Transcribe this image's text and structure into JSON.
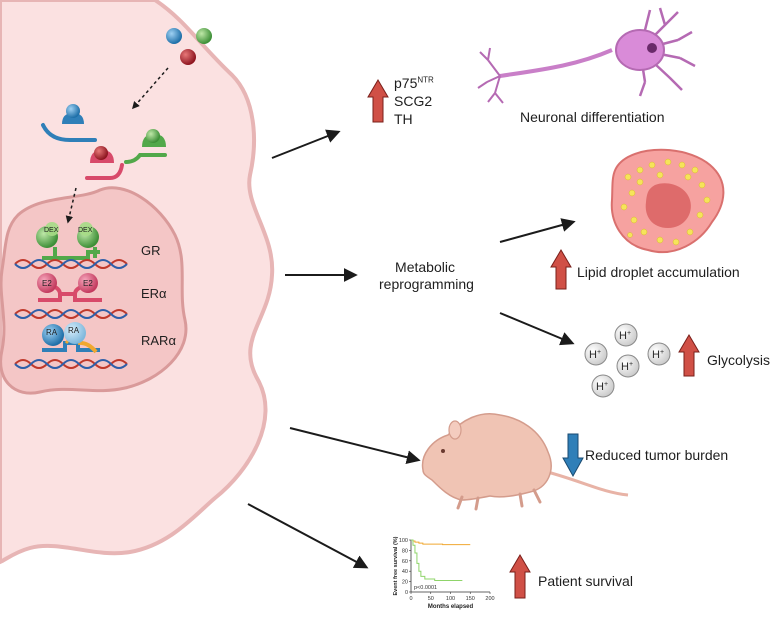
{
  "labels": {
    "gr": "GR",
    "er": "ERα",
    "rar": "RARα",
    "dex_left": "DEX",
    "dex_right": "DEX",
    "e2_left": "E2",
    "e2_right": "E2",
    "ra_left": "RA",
    "ra_right": "RA",
    "gene_p75": "p75",
    "gene_p75_sup": "NTR",
    "gene_scg2": "SCG2",
    "gene_th": "TH",
    "neuronal": "Neuronal differentiation",
    "metabolic_line1": "Metabolic",
    "metabolic_line2": "reprogramming",
    "lipid": "Lipid droplet accumulation",
    "glycolysis": "Glycolysis",
    "tumor": "Reduced tumor burden",
    "survival": "Patient survival",
    "proton": "H",
    "proton_sup": "+"
  },
  "km_plot": {
    "ylabel": "Event free survival (%)",
    "xlabel": "Months elapsed",
    "pvalue": "p<0.0001",
    "yticks": [
      "0",
      "20",
      "40",
      "60",
      "80",
      "100"
    ],
    "xticks": [
      "0",
      "50",
      "100",
      "150",
      "200"
    ],
    "xlim": [
      0,
      200
    ],
    "ylim": [
      0,
      100
    ],
    "series": [
      {
        "color": "#f0a830",
        "points": [
          [
            0,
            100
          ],
          [
            5,
            98
          ],
          [
            10,
            96
          ],
          [
            20,
            94
          ],
          [
            30,
            92
          ],
          [
            50,
            92
          ],
          [
            80,
            91
          ],
          [
            150,
            91
          ]
        ]
      },
      {
        "color": "#8fd46a",
        "points": [
          [
            0,
            100
          ],
          [
            5,
            90
          ],
          [
            10,
            75
          ],
          [
            15,
            55
          ],
          [
            20,
            40
          ],
          [
            25,
            30
          ],
          [
            35,
            25
          ],
          [
            60,
            22
          ],
          [
            100,
            22
          ],
          [
            130,
            22
          ]
        ]
      }
    ]
  },
  "colors": {
    "cell": "#fbe1e1",
    "cell_edge": "#e7b5b5",
    "nucleus": "#f4c6c6",
    "nucleus_edge": "#d99a9a",
    "up_arrow": "#c0392b",
    "down_arrow": "#2f7fb8",
    "blue": "#2f7fb8",
    "green": "#52a84a",
    "red": "#b8222d",
    "pink": "#d84a6a",
    "orange": "#f0a830",
    "neuron": "#d98bd8",
    "mouse": "#f0c4b4"
  }
}
